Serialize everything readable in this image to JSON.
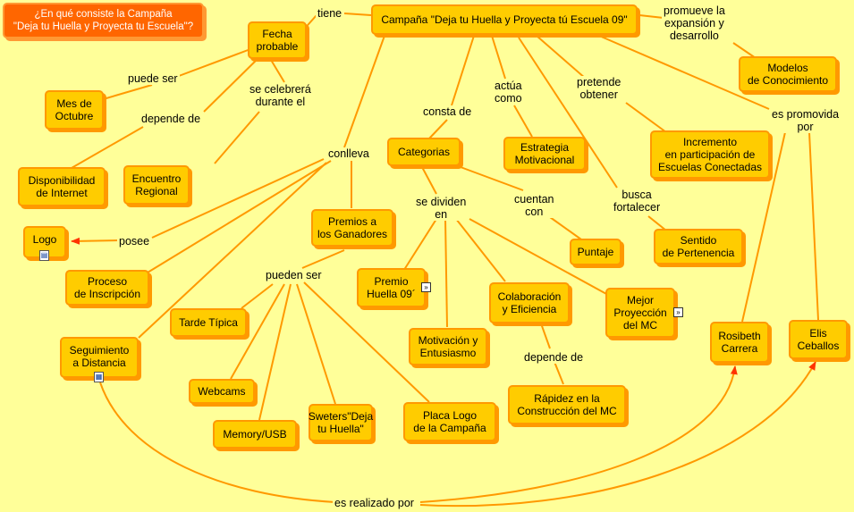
{
  "colors": {
    "background": "#ffff99",
    "node_fill": "#ffcc00",
    "node_border": "#ff9900",
    "root_fill": "#ff6600",
    "link": "#ff9900"
  },
  "nodes": {
    "question": "¿En qué consiste la Campaña\n\"Deja tu Huella y Proyecta tu Escuela\"?",
    "campaign": "Campaña \"Deja tu Huella y Proyecta tú Escuela 09\"",
    "fecha": "Fecha\nprobable",
    "mes": "Mes de\nOctubre",
    "disponibilidad": "Disponibilidad\nde Internet",
    "encuentro": "Encuentro\nRegional",
    "logo": "Logo",
    "proceso": "Proceso\nde Inscripción",
    "seguimiento": "Seguimiento\na Distancia",
    "premios": "Premios a\nlos Ganadores",
    "tarde": "Tarde Típica",
    "webcams": "Webcams",
    "memory": "Memory/USB",
    "sweters": "Sweters\"Deja\ntu Huella\"",
    "placa": "Placa Logo\nde la Campaña",
    "categorias": "Categorias",
    "premio_huella": "Premio\nHuella 09´",
    "motivacion": "Motivación y\nEntusiasmo",
    "colaboracion": "Colaboración\ny Eficiencia",
    "mejor": "Mejor\nProyección\ndel MC",
    "rapidez": "Rápidez en la\nConstrucción del MC",
    "puntaje": "Puntaje",
    "estrategia": "Estrategia\nMotivacional",
    "incremento": "Incremento\nen participación de\nEscuelas Conectadas",
    "sentido": "Sentido\nde Pertenencia",
    "modelos": "Modelos\nde Conocimiento",
    "rosibeth": "Rosibeth\nCarrera",
    "elis": "Elis\nCeballos"
  },
  "phrases": {
    "tiene": "tiene",
    "promueve": "promueve la\nexpansión y\ndesarrollo",
    "puede_ser": "puede ser",
    "depende_de_1": "depende de",
    "se_celebrera": "se celebrerá\ndurante el",
    "conlleva": "conlleva",
    "posee": "posee",
    "pueden_ser": "pueden ser",
    "consta_de": "consta de",
    "actua_como": "actúa\ncomo",
    "pretende": "pretende\nobtener",
    "es_promovida": "es promovida\npor",
    "se_dividen": "se dividen\nen",
    "cuentan_con": "cuentan\ncon",
    "busca": "busca\nfortalecer",
    "depende_de_2": "depende de",
    "es_realizado": "es realizado por"
  },
  "icons": {
    "logo_resource": "document-icon",
    "seguimiento_resource": "multi-document-icon",
    "premio_huella_link": "navigate-arrow-icon",
    "mejor_link": "navigate-arrow-icon"
  }
}
